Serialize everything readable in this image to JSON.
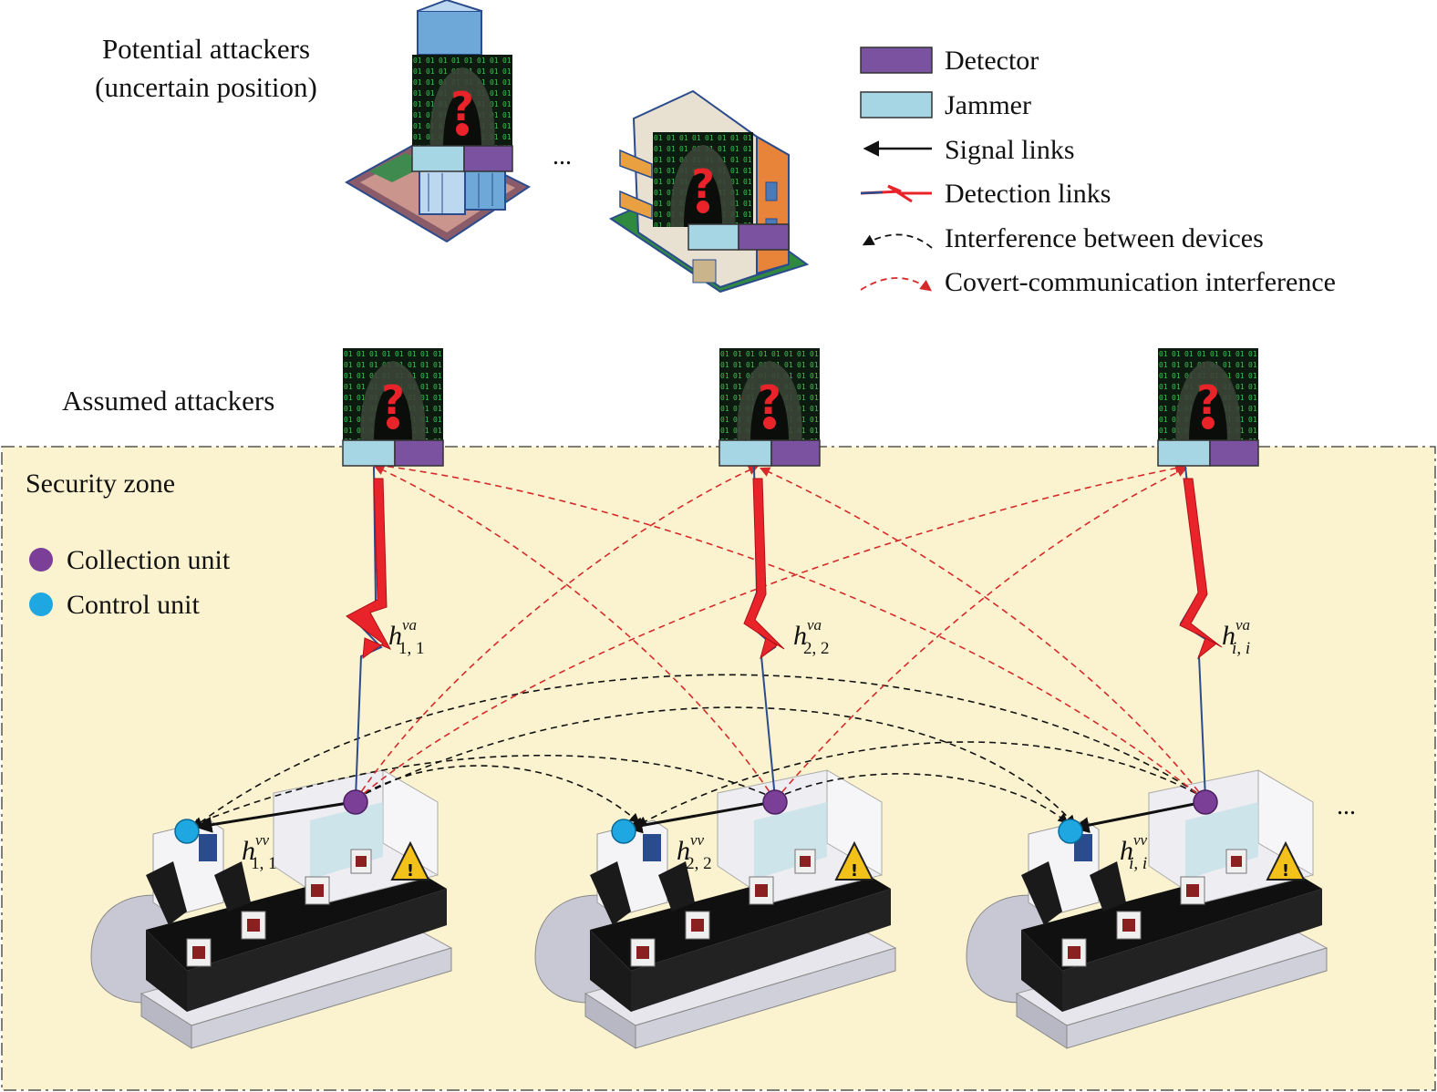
{
  "labels": {
    "potential_line1": "Potential attackers",
    "potential_line2": "(uncertain position)",
    "assumed": "Assumed attackers",
    "security_zone": "Security zone",
    "collection_unit": "Collection unit",
    "control_unit": "Control unit",
    "ellipsis_top": "...",
    "ellipsis_right": "..."
  },
  "legend": [
    {
      "key": "detector",
      "label": "Detector"
    },
    {
      "key": "jammer",
      "label": "Jammer"
    },
    {
      "key": "signal",
      "label": "Signal links"
    },
    {
      "key": "detection",
      "label": "Detection links"
    },
    {
      "key": "interference",
      "label": "Interference between devices"
    },
    {
      "key": "covert",
      "label": "Covert-communication interference"
    }
  ],
  "channels": [
    {
      "va_base": "h",
      "va_sup": "va",
      "va_sub": "1, 1",
      "vv_base": "h",
      "vv_sup": "vv",
      "vv_sub": "1, 1"
    },
    {
      "va_base": "h",
      "va_sup": "va",
      "va_sub": "2, 2",
      "vv_base": "h",
      "vv_sup": "vv",
      "vv_sub": "2, 2"
    },
    {
      "va_base": "h",
      "va_sup": "va",
      "va_sub": "i, i",
      "vv_base": "h",
      "vv_sup": "vv",
      "vv_sub": "i, i"
    }
  ],
  "colors": {
    "detector": "#7b52a0",
    "jammer": "#a6d6e4",
    "zone_fill": "#fbf3cf",
    "collection_unit": "#7b3f98",
    "control_unit": "#1ea7e1",
    "detection_link": "#e8242a",
    "covert_link": "#d62a2a",
    "interference_link": "#111111"
  }
}
